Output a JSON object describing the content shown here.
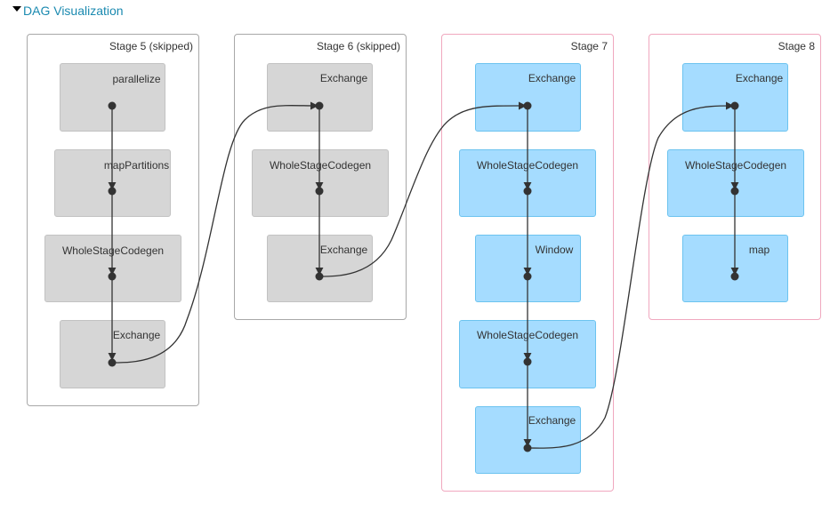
{
  "header": {
    "title": "DAG Visualization"
  },
  "stages": [
    {
      "label": "Stage 5 (skipped)",
      "status": "skipped",
      "nodes": [
        {
          "label": "parallelize"
        },
        {
          "label": "mapPartitions"
        },
        {
          "label": "WholeStageCodegen"
        },
        {
          "label": "Exchange"
        }
      ]
    },
    {
      "label": "Stage 6 (skipped)",
      "status": "skipped",
      "nodes": [
        {
          "label": "Exchange"
        },
        {
          "label": "WholeStageCodegen"
        },
        {
          "label": "Exchange"
        }
      ]
    },
    {
      "label": "Stage 7",
      "status": "active",
      "nodes": [
        {
          "label": "Exchange"
        },
        {
          "label": "WholeStageCodegen"
        },
        {
          "label": "Window"
        },
        {
          "label": "WholeStageCodegen"
        },
        {
          "label": "Exchange"
        }
      ]
    },
    {
      "label": "Stage 8",
      "status": "active",
      "nodes": [
        {
          "label": "Exchange"
        },
        {
          "label": "WholeStageCodegen"
        },
        {
          "label": "map"
        }
      ]
    }
  ],
  "colors": {
    "title": "#1b8ab0",
    "skipped_node": "#d6d6d6",
    "active_node": "#a5dcff",
    "active_stage_border": "#f0a8bf",
    "edge": "#333333"
  }
}
